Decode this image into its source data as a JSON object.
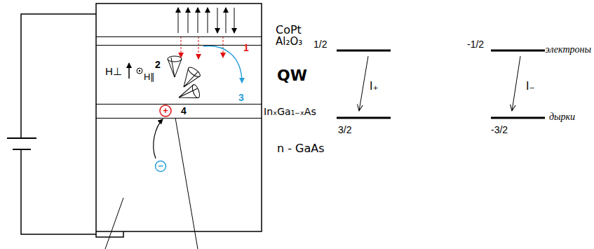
{
  "diagram": {
    "nodes": [
      {
        "text": [
          "CoPt"
        ]
      },
      {
        "text": [
          "Al₂O₃"
        ]
      },
      {
        "text": [
          "QW"
        ]
      },
      {
        "text": [
          "InₓGa₁₋ₓAs"
        ]
      },
      {
        "text": [
          "n - GaAs"
        ]
      }
    ],
    "labels": [
      "1",
      "2",
      "3",
      "H⊥",
      "H∥",
      "4",
      "+",
      "−",
      "1/2",
      "3/2",
      "I₊",
      "-1/2",
      "-3/2",
      "I₋",
      "электроны",
      "дырки"
    ]
  }
}
